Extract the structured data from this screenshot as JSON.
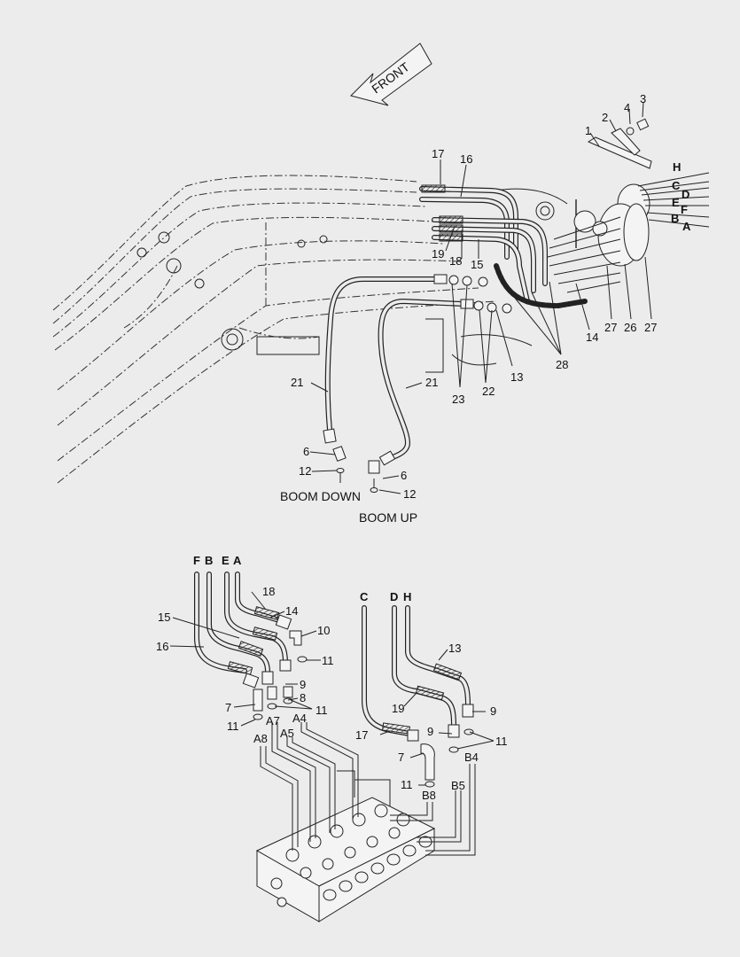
{
  "front_label": "FRONT",
  "boom_down": "BOOM DOWN",
  "boom_up": "BOOM UP",
  "callouts": {
    "c1": "1",
    "c2": "2",
    "c3": "3",
    "c4": "4",
    "c17": "17",
    "c16": "16",
    "c19": "19",
    "c18": "18",
    "c15": "15",
    "c14": "14",
    "c27a": "27",
    "c26": "26",
    "c27b": "27",
    "c28": "28",
    "c13": "13",
    "c22": "22",
    "c23": "23",
    "c21a": "21",
    "c21b": "21",
    "c6a": "6",
    "c12a": "12",
    "c6b": "6",
    "c12b": "12",
    "l18": "18",
    "l14": "14",
    "l10": "10",
    "l15": "15",
    "l16": "16",
    "l11a": "11",
    "l9a": "9",
    "l8": "8",
    "l11b": "11",
    "l7a": "7",
    "l11c": "11",
    "l13": "13",
    "l19": "19",
    "l9b": "9",
    "l17": "17",
    "l9c": "9",
    "l11d": "11",
    "l7b": "7",
    "l11e": "11"
  },
  "letters": {
    "H": "H",
    "C": "C",
    "D": "D",
    "E": "E",
    "F": "F",
    "B": "B",
    "A": "A",
    "F2": "F",
    "B2": "B",
    "E2": "E",
    "A2": "A",
    "C2": "C",
    "D2": "D",
    "H2": "H"
  },
  "ports": {
    "A8": "A8",
    "A7": "A7",
    "A5": "A5",
    "A4": "A4",
    "B4": "B4",
    "B5": "B5",
    "B8": "B8"
  }
}
